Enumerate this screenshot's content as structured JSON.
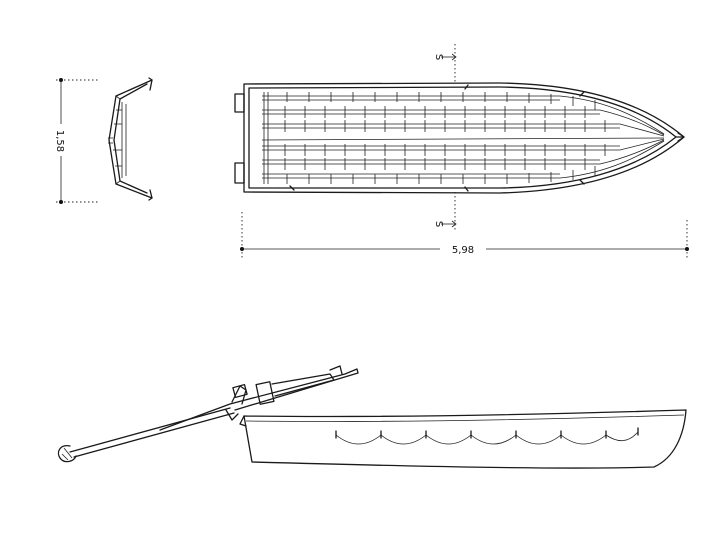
{
  "dimensions": {
    "beam": "1,58",
    "length": "5,98"
  },
  "section_marker": {
    "label": "S"
  }
}
